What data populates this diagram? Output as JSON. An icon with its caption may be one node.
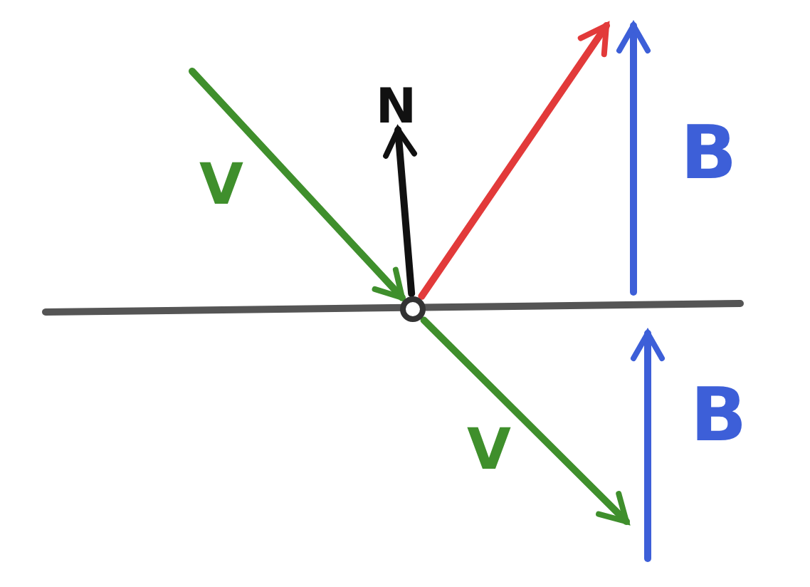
{
  "diagram": {
    "nodes": [
      {
        "text": [],
        "shape": "circle"
      },
      {
        "text": [
          "N"
        ]
      }
    ],
    "edges": [
      {
        "from": null,
        "to": 0,
        "arrow": "to"
      },
      {
        "from": 0,
        "to": 1,
        "arrow": "to",
        "color": "#111111"
      },
      {
        "from": 0,
        "to": null,
        "arrow": "to",
        "color": "#e23a3a"
      },
      {
        "from": 0,
        "to": null,
        "arrow": "to"
      }
    ],
    "labels": [
      "V",
      "B",
      "V",
      "B"
    ]
  }
}
